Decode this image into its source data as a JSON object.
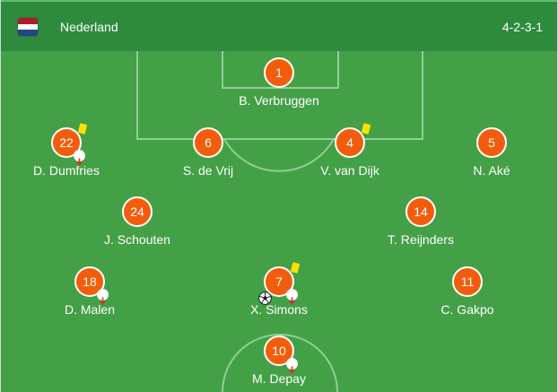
{
  "team": {
    "name": "Nederland",
    "formation": "4-2-3-1",
    "flag_colors": [
      "#ae1c28",
      "#ffffff",
      "#21468b"
    ]
  },
  "colors": {
    "pitch": "#43a047",
    "header": "#2e8b3d",
    "player_circle": "#f25d0d",
    "yellow_card": "#ffe000",
    "sub_arrow": "#d32f2f"
  },
  "players": [
    {
      "number": "1",
      "name": "B. Verbruggen",
      "yellow_card": false,
      "substituted": false,
      "scored": false
    },
    {
      "number": "22",
      "name": "D. Dumfries",
      "yellow_card": true,
      "substituted": true,
      "scored": false
    },
    {
      "number": "6",
      "name": "S. de Vrij",
      "yellow_card": false,
      "substituted": false,
      "scored": false
    },
    {
      "number": "4",
      "name": "V. van Dijk",
      "yellow_card": true,
      "substituted": false,
      "scored": false
    },
    {
      "number": "5",
      "name": "N. Aké",
      "yellow_card": false,
      "substituted": false,
      "scored": false
    },
    {
      "number": "24",
      "name": "J. Schouten",
      "yellow_card": false,
      "substituted": false,
      "scored": false
    },
    {
      "number": "14",
      "name": "T. Reijnders",
      "yellow_card": false,
      "substituted": false,
      "scored": false
    },
    {
      "number": "18",
      "name": "D. Malen",
      "yellow_card": false,
      "substituted": true,
      "scored": false
    },
    {
      "number": "7",
      "name": "X. Simons",
      "yellow_card": true,
      "substituted": true,
      "scored": true
    },
    {
      "number": "11",
      "name": "C. Gakpo",
      "yellow_card": false,
      "substituted": false,
      "scored": false
    },
    {
      "number": "10",
      "name": "M. Depay",
      "yellow_card": false,
      "substituted": true,
      "scored": false
    }
  ]
}
